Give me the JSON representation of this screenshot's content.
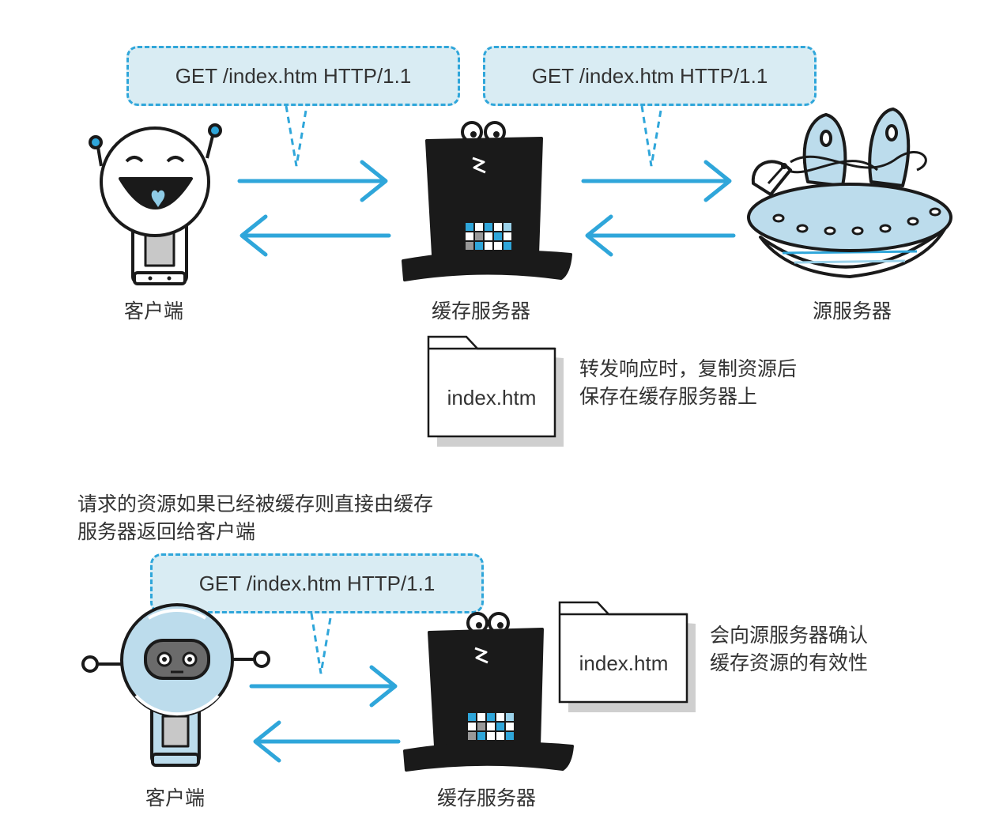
{
  "top": {
    "bubble_client_request": "GET /index.htm HTTP/1.1",
    "bubble_cache_request": "GET /index.htm HTTP/1.1",
    "label_client": "客户端",
    "label_cache": "缓存服务器",
    "label_origin": "源服务器",
    "doc_name": "index.htm",
    "note_lines": [
      "转发响应时，复制资源后",
      "保存在缓存服务器上"
    ]
  },
  "bottom": {
    "caption_lines": [
      "请求的资源如果已经被缓存则直接由缓存",
      "服务器返回给客户端"
    ],
    "bubble_client_request": "GET /index.htm HTTP/1.1",
    "label_client": "客户端",
    "label_cache": "缓存服务器",
    "doc_name": "index.htm",
    "note_lines": [
      "会向源服务器确认",
      "缓存资源的有效性"
    ]
  },
  "colors": {
    "arrow": "#2fa6da",
    "bubble_fill": "#d9ecf3",
    "character_blue": "#bcdcec",
    "dark": "#1a1a1a"
  }
}
